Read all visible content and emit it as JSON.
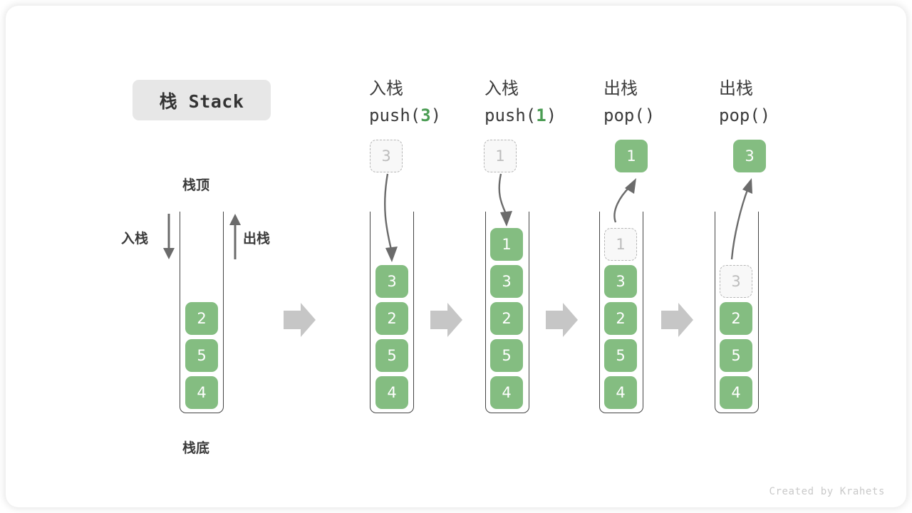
{
  "title": {
    "label": "栈 Stack"
  },
  "footer": {
    "credit": "Created by Krahets"
  },
  "colors": {
    "element_green": "#84bd81",
    "accent_green_text": "#4a9c53",
    "ghost_fill": "#f8f8f8",
    "ghost_border": "#b6b6b6",
    "container_stroke": "#444444",
    "transition_arrow": "#c6c6c6",
    "title_chip_bg": "#e7e7e7",
    "text_dark": "#3b3b3b"
  },
  "overview": {
    "top_label": "栈顶",
    "bottom_label": "栈底",
    "push_label": "入栈",
    "pop_label": "出栈",
    "elements": [
      "2",
      "5",
      "4"
    ]
  },
  "steps": [
    {
      "op_cn": "入栈",
      "op_code_prefix": "push(",
      "op_arg": "3",
      "op_code_suffix": ")",
      "floating": {
        "value": "3",
        "state": "ghost"
      },
      "stack": [
        {
          "value": "3",
          "state": "filled"
        },
        {
          "value": "2",
          "state": "filled"
        },
        {
          "value": "5",
          "state": "filled"
        },
        {
          "value": "4",
          "state": "filled"
        }
      ],
      "arrow_direction": "down"
    },
    {
      "op_cn": "入栈",
      "op_code_prefix": "push(",
      "op_arg": "1",
      "op_code_suffix": ")",
      "floating": {
        "value": "1",
        "state": "ghost"
      },
      "stack": [
        {
          "value": "1",
          "state": "filled"
        },
        {
          "value": "3",
          "state": "filled"
        },
        {
          "value": "2",
          "state": "filled"
        },
        {
          "value": "5",
          "state": "filled"
        },
        {
          "value": "4",
          "state": "filled"
        }
      ],
      "arrow_direction": "down"
    },
    {
      "op_cn": "出栈",
      "op_code_prefix": "pop(",
      "op_arg": "",
      "op_code_suffix": ")",
      "floating": {
        "value": "1",
        "state": "filled"
      },
      "stack": [
        {
          "value": "1",
          "state": "ghost"
        },
        {
          "value": "3",
          "state": "filled"
        },
        {
          "value": "2",
          "state": "filled"
        },
        {
          "value": "5",
          "state": "filled"
        },
        {
          "value": "4",
          "state": "filled"
        }
      ],
      "arrow_direction": "up"
    },
    {
      "op_cn": "出栈",
      "op_code_prefix": "pop(",
      "op_arg": "",
      "op_code_suffix": ")",
      "floating": {
        "value": "3",
        "state": "filled"
      },
      "stack": [
        {
          "value": "3",
          "state": "ghost"
        },
        {
          "value": "2",
          "state": "filled"
        },
        {
          "value": "5",
          "state": "filled"
        },
        {
          "value": "4",
          "state": "filled"
        }
      ],
      "arrow_direction": "up"
    }
  ]
}
